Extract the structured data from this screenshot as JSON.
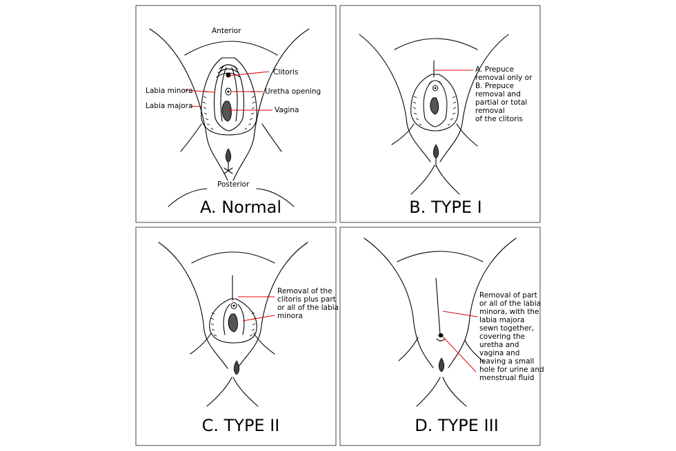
{
  "panels": [
    {
      "caption": "A. Normal",
      "anterior": "Anterior",
      "posterior": "Posterior",
      "labels": {
        "clitoris": "Clitoris",
        "labia_minora": "Labia minora",
        "urethra_opening": "Uretha opening",
        "labia_majora": "Labia majora",
        "vagina": "Vagina"
      }
    },
    {
      "caption": "B. TYPE I",
      "note_lines": [
        "A. Prepuce",
        "removal only or",
        "B. Prepuce",
        "removal and",
        "partial or total",
        "removal",
        "of the clitoris"
      ]
    },
    {
      "caption": "C. TYPE II",
      "note_lines": [
        "Removal of the",
        "clitoris plus part",
        "or all of the labia",
        "minora"
      ]
    },
    {
      "caption": "D. TYPE III",
      "note_lines": [
        "Removal of part",
        "or all of the labia",
        "minora, with the",
        "labia majora",
        "sewn together,",
        "covering the",
        "uretha and",
        "vagina and",
        "leaving a small",
        "hole for urine and",
        "menstrual fluid"
      ]
    }
  ]
}
